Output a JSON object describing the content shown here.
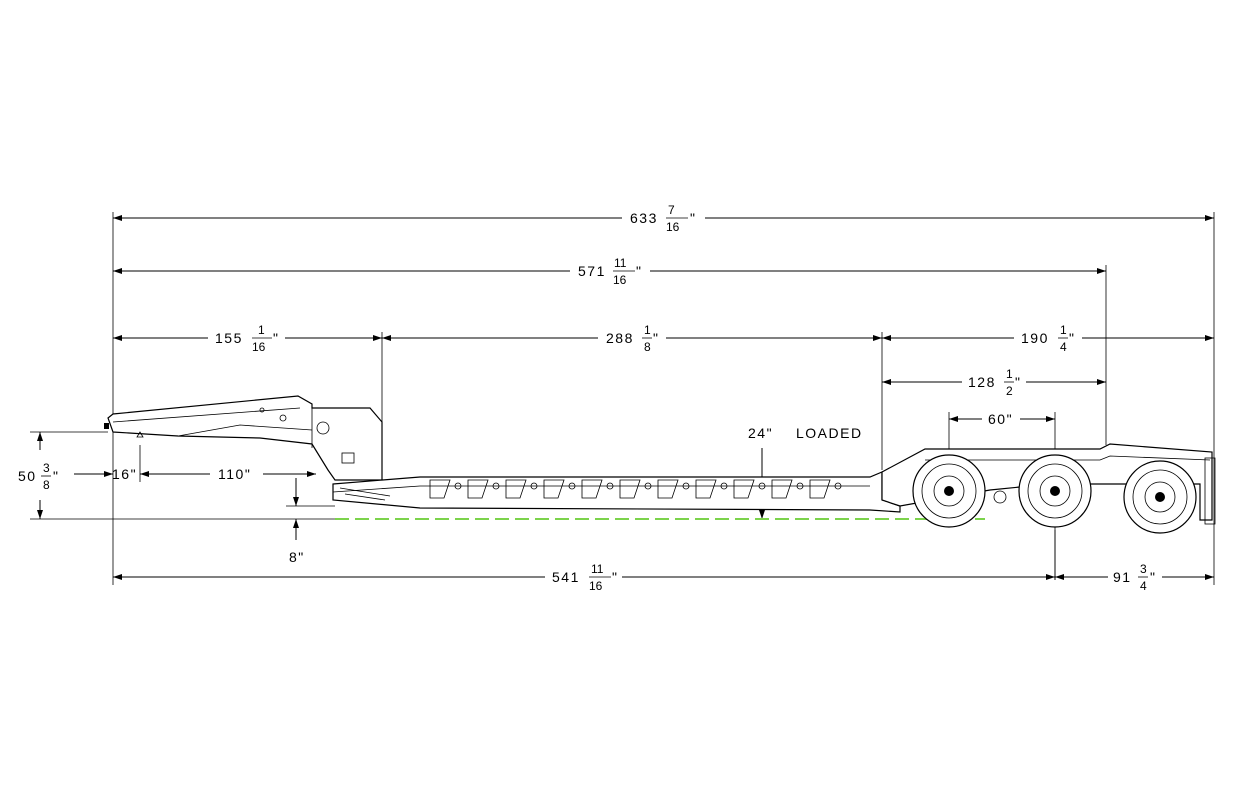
{
  "dimensions": {
    "overall_length": {
      "whole": "633",
      "num": "7",
      "den": "16",
      "unit": "\""
    },
    "deck_to_axle": {
      "whole": "571",
      "num": "11",
      "den": "16",
      "unit": "\""
    },
    "gooseneck": {
      "whole": "155",
      "num": "1",
      "den": "16",
      "unit": "\""
    },
    "well_length": {
      "whole": "288",
      "num": "1",
      "den": "8",
      "unit": "\""
    },
    "rear_section": {
      "whole": "190",
      "num": "1",
      "den": "4",
      "unit": "\""
    },
    "rear_deck": {
      "whole": "128",
      "num": "1",
      "den": "2",
      "unit": "\""
    },
    "axle_spread": {
      "text": "60\""
    },
    "loaded_height": {
      "text": "24\"",
      "note": "LOADED"
    },
    "front_height": {
      "whole": "50",
      "num": "3",
      "den": "8",
      "unit": "\""
    },
    "kingpin_offset": {
      "text": "16\""
    },
    "swing_clearance": {
      "text": "110\""
    },
    "ground_clearance": {
      "text": "8\""
    },
    "kingpin_to_axle": {
      "whole": "541",
      "num": "11",
      "den": "16",
      "unit": "\""
    },
    "rear_overhang": {
      "whole": "91",
      "num": "3",
      "den": "4",
      "unit": "\""
    }
  },
  "colors": {
    "line": "#000000",
    "ground": "#7cd34c"
  }
}
